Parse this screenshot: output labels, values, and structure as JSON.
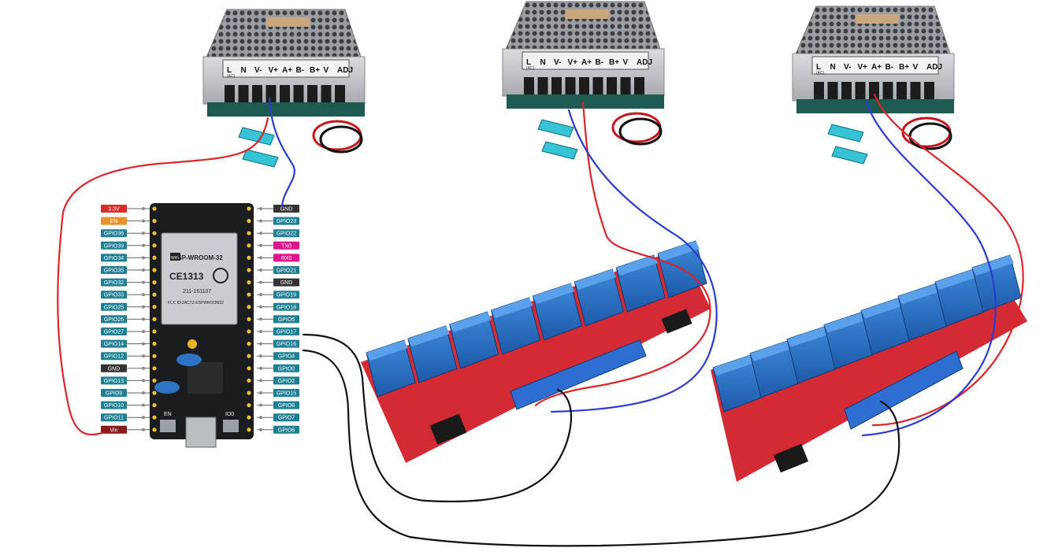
{
  "colors": {
    "red_wire": "#d8262b",
    "blue_wire": "#2a3bd1",
    "black_wire": "#111111",
    "pin_red": "#d92b2b",
    "pin_orange": "#e8932a",
    "pin_teal": "#1f7f94",
    "pin_black": "#333333",
    "pin_magenta": "#e0148f",
    "pin_darkred": "#8c1a1a",
    "relay_board": "#d42a33",
    "relay_blue": "#2d74c8"
  },
  "esp32": {
    "module_brand": "ESP-WROOM-32",
    "ce_mark": "CE1313",
    "reg_code": "211-161107",
    "fcc_id": "FCC ID:2AC7Z-ESPWROOM32",
    "wifi_badge": "WiFi",
    "button_en": "EN",
    "button_io0": "IO0",
    "left_pins": [
      {
        "label": "3.3V",
        "color": "pin_red"
      },
      {
        "label": "EN",
        "color": "pin_orange"
      },
      {
        "label": "GPIO36",
        "color": "pin_teal"
      },
      {
        "label": "GPIO39",
        "color": "pin_teal"
      },
      {
        "label": "GPIO34",
        "color": "pin_teal"
      },
      {
        "label": "GPIO35",
        "color": "pin_teal"
      },
      {
        "label": "GPIO32",
        "color": "pin_teal"
      },
      {
        "label": "GPIO33",
        "color": "pin_teal"
      },
      {
        "label": "GPIO25",
        "color": "pin_teal"
      },
      {
        "label": "GPIO26",
        "color": "pin_teal"
      },
      {
        "label": "GPIO27",
        "color": "pin_teal"
      },
      {
        "label": "GPIO14",
        "color": "pin_teal"
      },
      {
        "label": "GPIO12",
        "color": "pin_teal"
      },
      {
        "label": "GND",
        "color": "pin_black"
      },
      {
        "label": "GPIO13",
        "color": "pin_teal"
      },
      {
        "label": "GPIO9",
        "color": "pin_teal"
      },
      {
        "label": "GPIO10",
        "color": "pin_teal"
      },
      {
        "label": "GPIO11",
        "color": "pin_teal"
      },
      {
        "label": "Vin",
        "color": "pin_darkred"
      }
    ],
    "right_pins": [
      {
        "label": "GND",
        "color": "pin_black"
      },
      {
        "label": "GPIO23",
        "color": "pin_teal"
      },
      {
        "label": "GPIO22",
        "color": "pin_teal"
      },
      {
        "label": "TX0",
        "color": "pin_magenta"
      },
      {
        "label": "RX0",
        "color": "pin_magenta"
      },
      {
        "label": "GPIO21",
        "color": "pin_teal"
      },
      {
        "label": "GND",
        "color": "pin_black"
      },
      {
        "label": "GPIO19",
        "color": "pin_teal"
      },
      {
        "label": "GPIO18",
        "color": "pin_teal"
      },
      {
        "label": "GPIO5",
        "color": "pin_teal"
      },
      {
        "label": "GPIO17",
        "color": "pin_teal"
      },
      {
        "label": "GPIO16",
        "color": "pin_teal"
      },
      {
        "label": "GPIO4",
        "color": "pin_teal"
      },
      {
        "label": "GPIO0",
        "color": "pin_teal"
      },
      {
        "label": "GPIO2",
        "color": "pin_teal"
      },
      {
        "label": "GPIO15",
        "color": "pin_teal"
      },
      {
        "label": "GPIO8",
        "color": "pin_teal"
      },
      {
        "label": "GPIO7",
        "color": "pin_teal"
      },
      {
        "label": "GPIO6",
        "color": "pin_teal"
      }
    ]
  },
  "power_supply": {
    "labels_a": [
      "L",
      "N",
      "V-",
      "V+",
      "A+",
      "B-",
      "B+",
      "V",
      "ADJ"
    ],
    "ac_note": "(AC)"
  },
  "relay_board": {
    "relay_count": 8
  }
}
